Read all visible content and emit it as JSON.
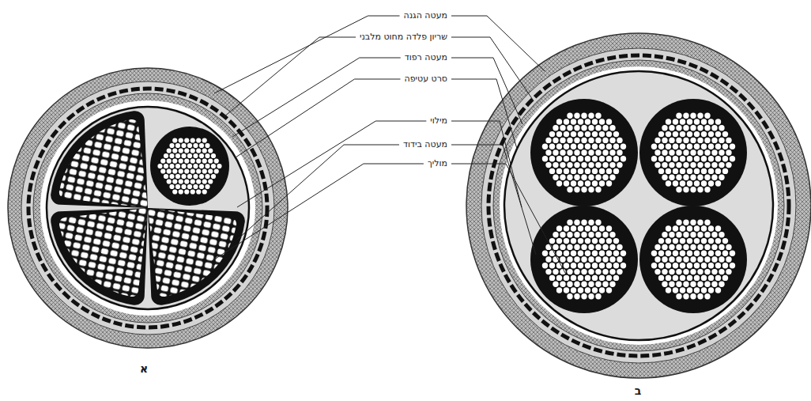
{
  "diagram": {
    "labels": [
      "מעטה הגנה",
      "שריון פלדה מחוט מלבני",
      "מעטה רפוד",
      "סרט עטיפה",
      "מילוי",
      "מעטה בידוד",
      "מוליך",
      "א",
      "ב"
    ]
  }
}
